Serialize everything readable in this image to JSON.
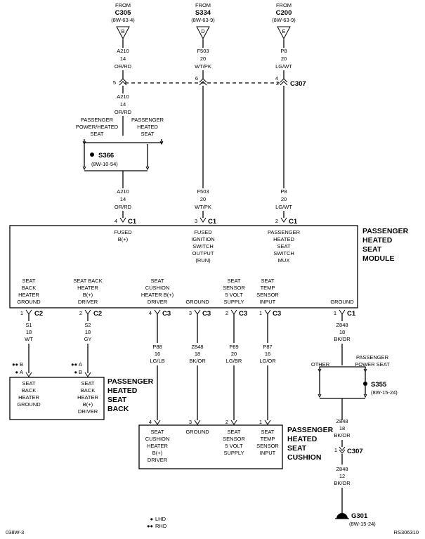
{
  "sources": [
    {
      "from": "FROM",
      "id": "C305",
      "ref": "(8W-63-4)",
      "letter": "B"
    },
    {
      "from": "FROM",
      "id": "S334",
      "ref": "(8W-63-9)",
      "letter": "D"
    },
    {
      "from": "FROM",
      "id": "C200",
      "ref": "(8W-63-9)",
      "letter": "E"
    }
  ],
  "wires_top": [
    {
      "circuit": "A210",
      "gauge": "14",
      "color": "OR/RD"
    },
    {
      "circuit": "F503",
      "gauge": "20",
      "color": "WT/PK"
    },
    {
      "circuit": "P8",
      "gauge": "20",
      "color": "LG/WT"
    }
  ],
  "c307_top": {
    "label": "C307",
    "pins": [
      "5",
      "6",
      "4",
      "2"
    ]
  },
  "a210_mid": {
    "circuit": "A210",
    "gauge": "14",
    "color": "OR/RD"
  },
  "branch_labels": {
    "left": [
      "PASSENGER",
      "POWER/HEATED",
      "SEAT"
    ],
    "right": [
      "PASSENGER",
      "HEATED",
      "SEAT"
    ]
  },
  "s366": {
    "id": "S366",
    "ref": "(8W-10-54)"
  },
  "wires_c1": [
    {
      "circuit": "A210",
      "gauge": "14",
      "color": "OR/RD"
    },
    {
      "circuit": "F503",
      "gauge": "20",
      "color": "WT/PK"
    },
    {
      "circuit": "P8",
      "gauge": "20",
      "color": "LG/WT"
    }
  ],
  "c1_top": [
    {
      "pin": "4",
      "conn": "C1"
    },
    {
      "pin": "3",
      "conn": "C1"
    },
    {
      "pin": "2",
      "conn": "C1"
    }
  ],
  "module": {
    "name": [
      "PASSENGER",
      "HEATED",
      "SEAT",
      "MODULE"
    ],
    "top_labels": [
      [
        "FUSED",
        "B(+)"
      ],
      [
        "FUSED",
        "IGNITION",
        "SWITCH",
        "OUTPUT",
        "(RUN)"
      ],
      [
        "PASSENGER",
        "HEATED",
        "SEAT",
        "SWITCH",
        "MUX"
      ]
    ],
    "bottom_labels": [
      [
        "SEAT",
        "BACK",
        "HEATER",
        "GROUND"
      ],
      [
        "SEAT BACK",
        "HEATER",
        "B(+)",
        "DRIVER"
      ],
      [
        "SEAT",
        "CUSHION",
        "HEATER B(+)",
        "DRIVER"
      ],
      [
        "GROUND"
      ],
      [
        "SEAT",
        "SENSOR",
        "5 VOLT",
        "SUPPLY"
      ],
      [
        "SEAT",
        "TEMP",
        "SENSOR",
        "INPUT"
      ],
      [
        "GROUND"
      ]
    ]
  },
  "bottom_pins": [
    {
      "pin": "1",
      "conn": "C2"
    },
    {
      "pin": "2",
      "conn": "C2"
    },
    {
      "pin": "4",
      "conn": "C3"
    },
    {
      "pin": "3",
      "conn": "C3"
    },
    {
      "pin": "2",
      "conn": "C3"
    },
    {
      "pin": "1",
      "conn": "C3"
    },
    {
      "pin": "1",
      "conn": "C1"
    }
  ],
  "wires_bottom": [
    {
      "circuit": "S1",
      "gauge": "18",
      "color": "WT"
    },
    {
      "circuit": "S2",
      "gauge": "18",
      "color": "GY"
    },
    {
      "circuit": "P88",
      "gauge": "16",
      "color": "LG/LB"
    },
    {
      "circuit": "Z848",
      "gauge": "18",
      "color": "BK/OR"
    },
    {
      "circuit": "P89",
      "gauge": "20",
      "color": "LG/BR"
    },
    {
      "circuit": "P87",
      "gauge": "16",
      "color": "LG/OR"
    },
    {
      "circuit": "Z848",
      "gauge": "18",
      "color": "BK/OR"
    }
  ],
  "back_pins": [
    {
      "dots": "●●",
      "letter": "B"
    },
    {
      "dots": "●",
      "letter": "A"
    },
    {
      "dots": "●●",
      "letter": "A"
    },
    {
      "dots": "●",
      "letter": "B"
    }
  ],
  "seat_back": {
    "name": [
      "PASSENGER",
      "HEATED",
      "SEAT",
      "BACK"
    ],
    "labels": [
      [
        "SEAT",
        "BACK",
        "HEATER",
        "GROUND"
      ],
      [
        "SEAT",
        "BACK",
        "HEATER",
        "B(+)",
        "DRIVER"
      ]
    ]
  },
  "seat_cushion": {
    "name": [
      "PASSENGER",
      "HEATED",
      "SEAT",
      "CUSHION"
    ],
    "pins": [
      "4",
      "3",
      "2",
      "1"
    ],
    "labels": [
      [
        "SEAT",
        "CUSHION",
        "HEATER",
        "B(+)",
        "DRIVER"
      ],
      [
        "GROUND"
      ],
      [
        "SEAT",
        "SENSOR",
        "5 VOLT",
        "SUPPLY"
      ],
      [
        "SEAT",
        "TEMP",
        "SENSOR",
        "INPUT"
      ]
    ]
  },
  "s355": {
    "id": "S355",
    "ref": "(8W-15-24)",
    "left_label": "OTHER",
    "right_label": [
      "PASSENGER",
      "POWER SEAT"
    ]
  },
  "ground_wire_1": {
    "circuit": "Z848",
    "gauge": "18",
    "color": "BK/OR"
  },
  "c307_bottom": {
    "pin": "1",
    "label": "C307"
  },
  "ground_wire_2": {
    "circuit": "Z848",
    "gauge": "12",
    "color": "BK/OR"
  },
  "g301": {
    "id": "G301",
    "ref": "(8W-15-24)"
  },
  "legend": [
    {
      "dots": "●",
      "label": "LHD"
    },
    {
      "dots": "●●",
      "label": "RHD"
    }
  ],
  "footer": {
    "left": "038W-3",
    "right": "RS306310"
  }
}
